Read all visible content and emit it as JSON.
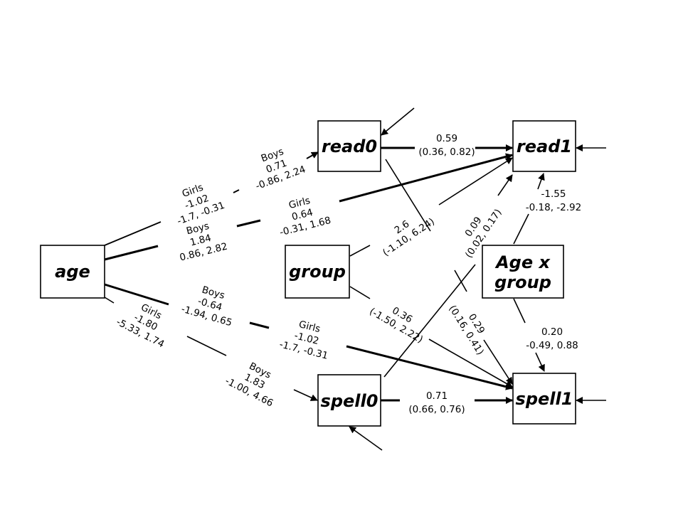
{
  "nodes": {
    "age": "age",
    "read0": "read0",
    "read1": "read1",
    "group": "group",
    "age_group": [
      "Age x",
      "group"
    ],
    "spell0": "spell0",
    "spell1": "spell1"
  },
  "labels": {
    "age_read0_girls": [
      "Girls",
      "-1.02",
      "-1.7, -0.31"
    ],
    "age_read0_boys": [
      "Boys",
      "0.71",
      "-0.86, 2.24"
    ],
    "age_read1_boys": [
      "Boys",
      "1.84",
      "0.86, 2.82"
    ],
    "age_read1_girls": [
      "Girls",
      "0.64",
      "-0.31, 1.68"
    ],
    "age_spell1_boys": [
      "Boys",
      "-0.64",
      "-1.94, 0.65"
    ],
    "age_spell1_girls": [
      "Girls",
      "-1.02",
      "-1.7, -0.31"
    ],
    "age_spell0_girls": [
      "Girls",
      "-1.80",
      "-5.33, 1.74"
    ],
    "age_spell0_boys": [
      "Boys",
      "1.83",
      "-1.00, 4.66"
    ],
    "read0_read1": [
      "0.59",
      "(0.36, 0.82)"
    ],
    "group_read1": [
      "2.6",
      "(-1.10, 6.24)"
    ],
    "spell0_read1": [
      "0.09",
      "(0.02, 0.17)"
    ],
    "agegroup_read1": [
      "-1.55",
      "-0.18, -2.92"
    ],
    "group_spell1": [
      "0.36",
      "(-1.50, 2.22)"
    ],
    "read0_spell1": [
      "0.29",
      "(0.16, 0.41)"
    ],
    "agegroup_spell1": [
      "0.20",
      "-0.49, 0.88"
    ],
    "spell0_spell1": [
      "0.71",
      "(0.66, 0.76)"
    ]
  }
}
